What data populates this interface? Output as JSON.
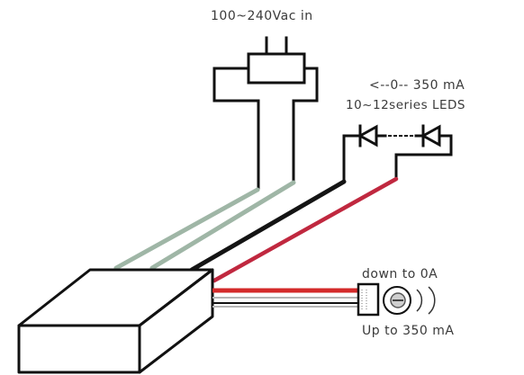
{
  "labels": {
    "ac_input": "100~240Vac in",
    "current_range": "<--0-- 350 mA",
    "led_series": "10~12series LEDS",
    "dim_down": "down to 0A",
    "dim_up": "Up to 350 mA"
  },
  "colors": {
    "ac_wire": "#9fb6a6",
    "dc_negative_wire": "#141414",
    "dc_positive_wire": "#c0283f",
    "dimmer_red_wire": "#d42a2a",
    "dimmer_gray_wire": "#b5b5b5",
    "outline": "#111111"
  }
}
